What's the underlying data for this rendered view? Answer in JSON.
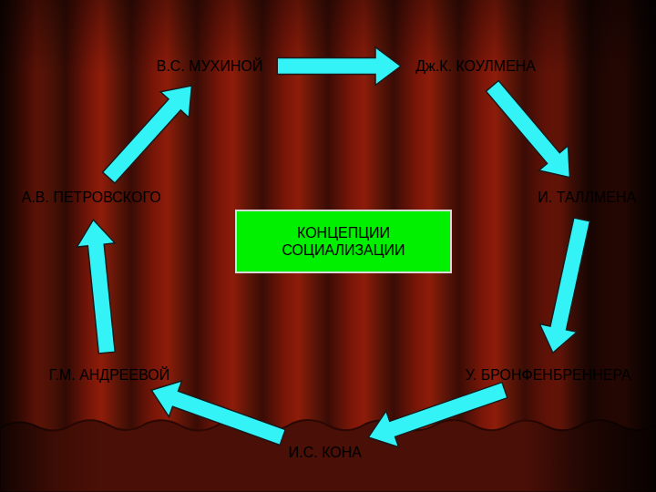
{
  "diagram": {
    "nodes": [
      {
        "text": [
          "В.С. МУХИНОЙ"
        ]
      },
      {
        "text": [
          "Дж.К. КОУЛМЕНА"
        ]
      },
      {
        "text": [
          "А.В. ПЕТРОВСКОГО"
        ]
      },
      {
        "text": [
          "И. ТАЛЛМЕНА"
        ]
      },
      {
        "text": [
          "КОНЦЕПЦИИ СОЦИАЛИЗАЦИИ"
        ]
      },
      {
        "text": [
          "Г.М. АНДРЕЕВОЙ"
        ]
      },
      {
        "text": [
          "У. БРОНФЕНБРЕННЕРА"
        ]
      },
      {
        "text": [
          "И.С. КОНА"
        ]
      }
    ],
    "edges": [
      {
        "from": 0,
        "to": 1,
        "arrow": "to"
      },
      {
        "from": 1,
        "to": 3,
        "arrow": "to"
      },
      {
        "from": 3,
        "to": 6,
        "arrow": "to"
      },
      {
        "from": 6,
        "to": 7,
        "arrow": "to"
      },
      {
        "from": 7,
        "to": 5,
        "arrow": "to"
      },
      {
        "from": 5,
        "to": 2,
        "arrow": "to"
      },
      {
        "from": 2,
        "to": 0,
        "arrow": "to"
      }
    ]
  }
}
